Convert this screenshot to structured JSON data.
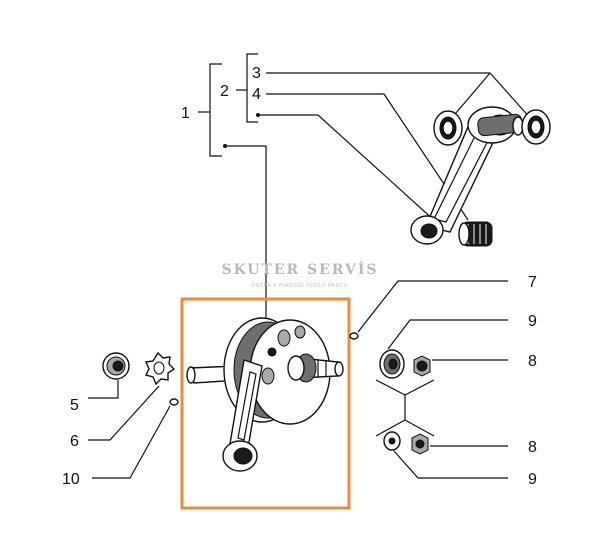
{
  "watermark": {
    "title": "SKUTER SERVİS",
    "subtitle": "VESPA & PIAGGIO YEDEK PARÇA"
  },
  "callouts": {
    "n1": "1",
    "n2": "2",
    "n3": "3",
    "n4": "4",
    "n5": "5",
    "n6": "6",
    "n7": "7",
    "n8_top": "8",
    "n8_bottom": "8",
    "n9_top": "9",
    "n9_bottom": "9",
    "n10": "10"
  },
  "colors": {
    "highlight_box": "#ef8a3a",
    "line": "#111111",
    "watermark": "#b9b9b9"
  }
}
